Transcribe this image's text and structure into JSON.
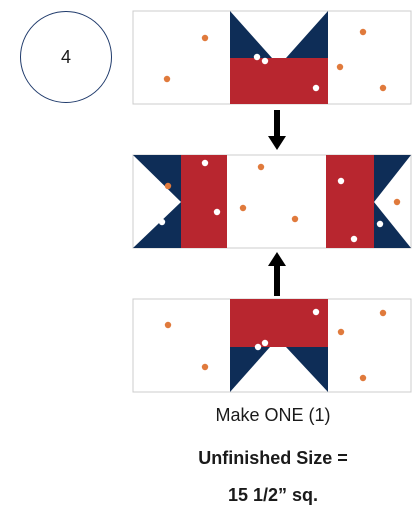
{
  "step": {
    "number": "4"
  },
  "colors": {
    "navy": "#0e2d57",
    "red": "#b8262f",
    "dot": "#e07a3c",
    "background_fabric": "#ffffff",
    "border": "#cccccc"
  },
  "caption": {
    "line1": "Make ONE (1)",
    "line2": "Unfinished Size =",
    "line3": "15 1/2” sq."
  },
  "icons": {
    "arrow_down": "down-arrow-icon",
    "arrow_up": "up-arrow-icon"
  }
}
